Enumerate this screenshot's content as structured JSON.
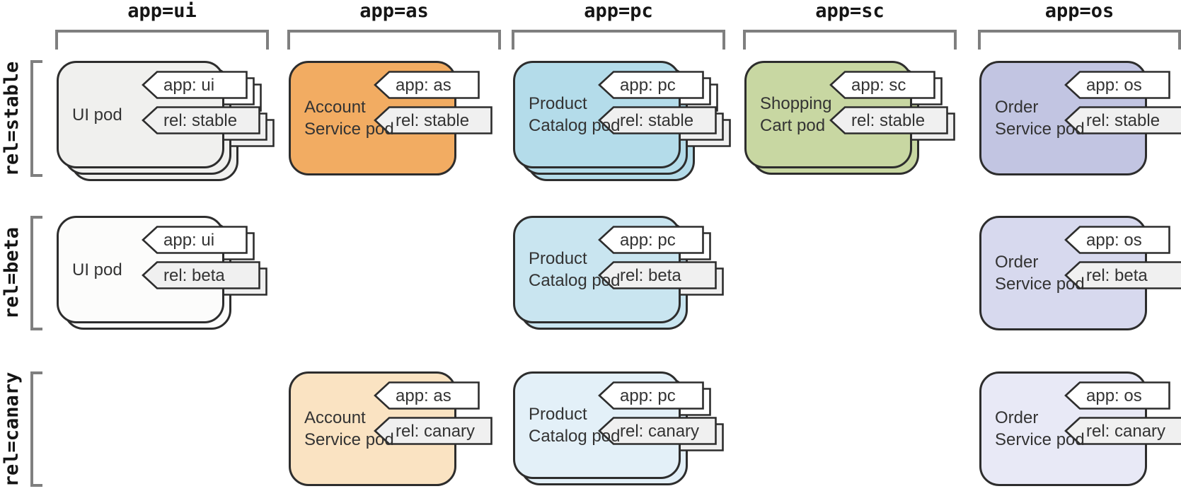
{
  "diagram": {
    "column_headers": [
      {
        "key": "ui",
        "label": "app=ui"
      },
      {
        "key": "as",
        "label": "app=as"
      },
      {
        "key": "pc",
        "label": "app=pc"
      },
      {
        "key": "sc",
        "label": "app=sc"
      },
      {
        "key": "os",
        "label": "app=os"
      }
    ],
    "row_labels": [
      {
        "key": "stable",
        "label": "rel=stable"
      },
      {
        "key": "beta",
        "label": "rel=beta"
      },
      {
        "key": "canary",
        "label": "rel=canary"
      }
    ],
    "pods": [
      {
        "row": "stable",
        "col": "ui",
        "name": "UI pod",
        "app_label": "app: ui",
        "rel_label": "rel: stable",
        "replicas": 3,
        "fill": "#f0f0ee"
      },
      {
        "row": "stable",
        "col": "as",
        "name": "Account Service pod",
        "app_label": "app: as",
        "rel_label": "rel: stable",
        "replicas": 1,
        "fill": "#f2ac62"
      },
      {
        "row": "stable",
        "col": "pc",
        "name": "Product Catalog pod",
        "app_label": "app: pc",
        "rel_label": "rel: stable",
        "replicas": 3,
        "fill": "#b4dcea"
      },
      {
        "row": "stable",
        "col": "sc",
        "name": "Shopping Cart pod",
        "app_label": "app: sc",
        "rel_label": "rel: stable",
        "replicas": 2,
        "fill": "#c8d7a2"
      },
      {
        "row": "stable",
        "col": "os",
        "name": "Order Service pod",
        "app_label": "app: os",
        "rel_label": "rel: stable",
        "replicas": 1,
        "fill": "#c2c5e2"
      },
      {
        "row": "beta",
        "col": "ui",
        "name": "UI pod",
        "app_label": "app: ui",
        "rel_label": "rel: beta",
        "replicas": 2,
        "fill": "#fcfcfb"
      },
      {
        "row": "beta",
        "col": "pc",
        "name": "Product Catalog pod",
        "app_label": "app: pc",
        "rel_label": "rel: beta",
        "replicas": 2,
        "fill": "#c9e5f0"
      },
      {
        "row": "beta",
        "col": "os",
        "name": "Order Service pod",
        "app_label": "app: os",
        "rel_label": "rel: beta",
        "replicas": 1,
        "fill": "#d7d9ee"
      },
      {
        "row": "canary",
        "col": "as",
        "name": "Account Service pod",
        "app_label": "app: as",
        "rel_label": "rel: canary",
        "replicas": 1,
        "fill": "#fae3c2"
      },
      {
        "row": "canary",
        "col": "pc",
        "name": "Product Catalog pod",
        "app_label": "app: pc",
        "rel_label": "rel: canary",
        "replicas": 2,
        "fill": "#e3f0f8"
      },
      {
        "row": "canary",
        "col": "os",
        "name": "Order Service pod",
        "app_label": "app: os",
        "rel_label": "rel: canary",
        "replicas": 1,
        "fill": "#e8e9f6"
      }
    ],
    "colors": {
      "outline": "#2d2d2d",
      "bracket": "#7f7f7f",
      "app_tag_fill": "#ffffff",
      "rel_tag_fill": "#f0f0f0",
      "text": "#333333"
    }
  }
}
